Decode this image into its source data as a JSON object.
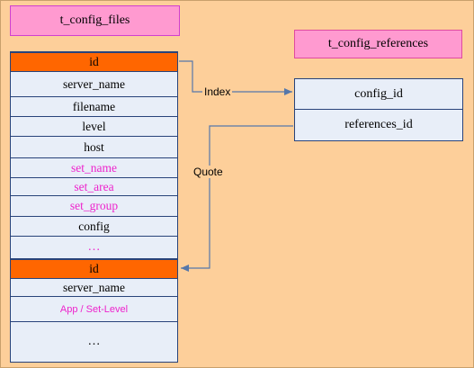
{
  "diagram": {
    "left_table": {
      "title": "t_config_files",
      "rows": [
        {
          "label": "id",
          "style": "key"
        },
        {
          "label": "server_name",
          "style": "normal"
        },
        {
          "label": "filename",
          "style": "normal"
        },
        {
          "label": "level",
          "style": "normal"
        },
        {
          "label": "host",
          "style": "normal"
        },
        {
          "label": "set_name",
          "style": "pink"
        },
        {
          "label": "set_area",
          "style": "pink"
        },
        {
          "label": "set_group",
          "style": "pink"
        },
        {
          "label": "config",
          "style": "normal"
        },
        {
          "label": "…",
          "style": "pink"
        },
        {
          "label": "id",
          "style": "key"
        },
        {
          "label": "server_name",
          "style": "normal"
        },
        {
          "label": "App / Set-Level",
          "style": "small"
        },
        {
          "label": "…",
          "style": "normal"
        }
      ]
    },
    "right_table": {
      "title": "t_config_references",
      "rows": [
        {
          "label": "config_id"
        },
        {
          "label": "references_id"
        }
      ]
    },
    "edges": [
      {
        "label": "Index",
        "from": "id",
        "to": "config_id"
      },
      {
        "label": "Quote",
        "from": "references_id",
        "to": "id"
      }
    ],
    "colors": {
      "background": "#fdcf9a",
      "title_fill": "#ff9ad0",
      "key_row": "#ff6600",
      "row_fill": "#e8eef8",
      "pink_text": "#ee22cc",
      "connector": "#5577aa"
    }
  }
}
